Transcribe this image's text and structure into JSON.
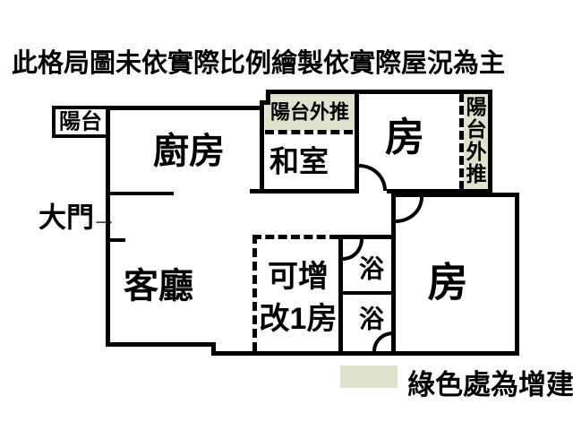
{
  "title": "此格局圖未依實際比例繪製依實際屋況為主",
  "colors": {
    "wall": "#000000",
    "addition_green": "#dfe2cd",
    "background": "#ffffff",
    "text": "#000000"
  },
  "rooms": {
    "balcony": "陽台",
    "kitchen": "廚房",
    "balcony_extension_top": "陽台外推",
    "tatami_room": "和室",
    "bedroom_top": "房",
    "balcony_extension_right": "陽台外推",
    "living_room": "客廳",
    "convertible_line1": "可增",
    "convertible_line2": "改1房",
    "bath_upper": "浴",
    "bath_lower": "浴",
    "bedroom_right": "房"
  },
  "entrance": {
    "label": "大門",
    "arrow": "→"
  },
  "legend": {
    "swatch_color": "#dfe2cd",
    "text": "綠色處為增建"
  }
}
